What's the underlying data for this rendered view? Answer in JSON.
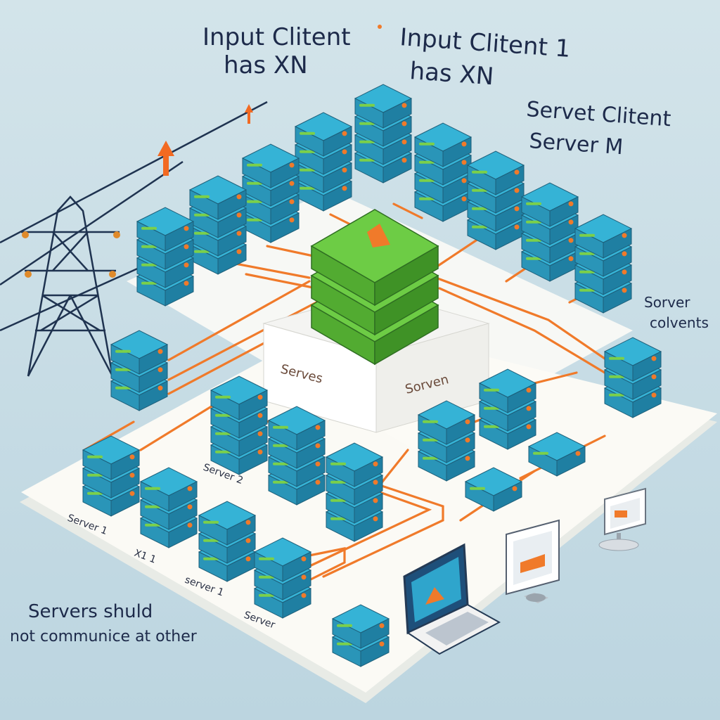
{
  "labels": {
    "input_client_a_line1": "Input Clitent",
    "input_client_a_line2": "has XN",
    "input_client_b_line1": "Input Clitent 1",
    "input_client_b_line2": "has XN",
    "server_client_line1": "Servet Clitent",
    "server_client_line2": "Server M",
    "server_convents_line1": "Sorver",
    "server_convents_line2": "colvents",
    "servers_note_line1": "Servers shuld",
    "servers_note_line2": "not communice at other",
    "box_label_left": "Serveѕ",
    "box_label_right": "Sorven",
    "tag_server_1": "Server 1",
    "tag_x1": "X1 1",
    "tag_server_1b": "server 1",
    "tag_server_2": "Server 2",
    "tag_server_c": "Server"
  },
  "colors": {
    "background": "#c9dde6",
    "platform": "#f7f5ef",
    "server_blue": "#2a9fc3",
    "server_green": "#5dbb3c",
    "wire_orange": "#f07a2a"
  }
}
